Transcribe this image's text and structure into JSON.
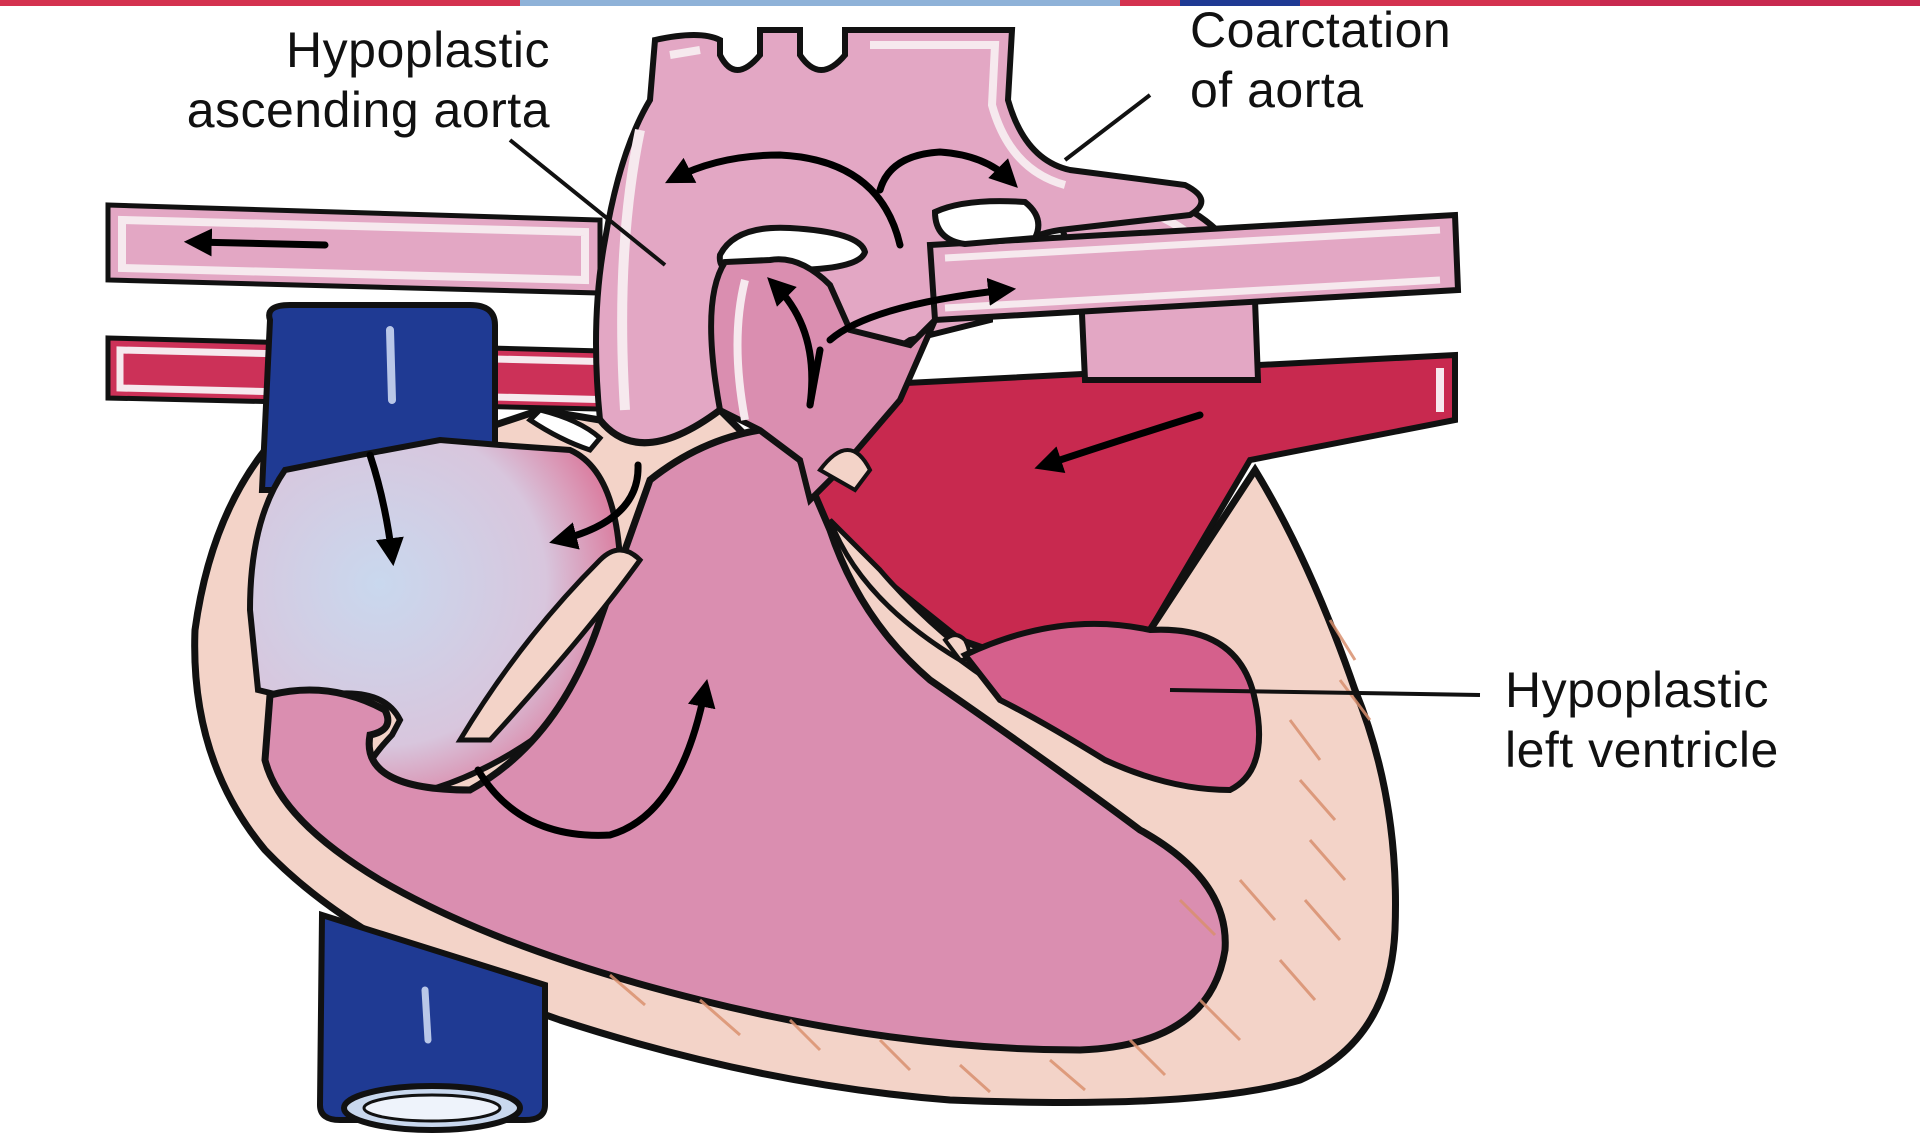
{
  "labels": {
    "hypoplastic_ascending_aorta": [
      "Hypoplastic",
      "ascending aorta"
    ],
    "coarctation_of_aorta": [
      "Coarctation",
      "of aorta"
    ],
    "hypoplastic_left_ventricle": [
      "Hypoplastic",
      "left ventricle"
    ]
  },
  "colors": {
    "background": "#ffffff",
    "outline": "#111111",
    "myocardium": "#f3d3c8",
    "deoxygenated_chamber": "#c9d8ee",
    "vein_blue": "#1f3a93",
    "mixed_pink": "#d98fb0",
    "oxygenated_red": "#c8294f",
    "hypoplastic_lv": "#d5608c",
    "muscle_stroke": "#d9906f",
    "arrow": "#000000"
  }
}
